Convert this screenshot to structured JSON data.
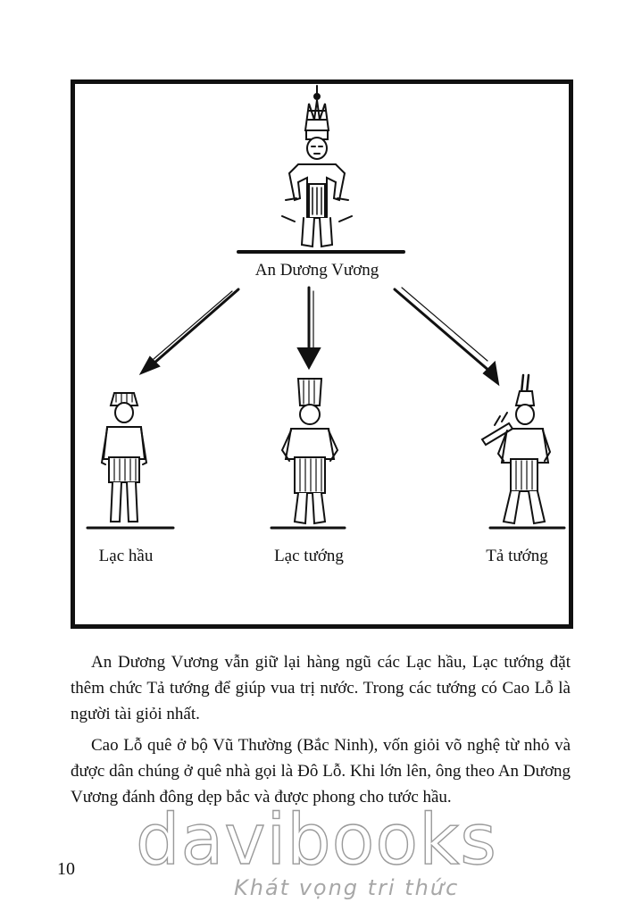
{
  "figure": {
    "king_label": "An Dương Vương",
    "ranks": [
      {
        "label": "Lạc hầu"
      },
      {
        "label": "Lạc tướng"
      },
      {
        "label": "Tả tướng"
      }
    ]
  },
  "body_text": {
    "paragraphs": [
      "An Dương Vương vẫn giữ lại hàng ngũ các Lạc hầu, Lạc tướng đặt thêm chức Tả tướng để giúp vua trị nước. Trong các tướng có Cao Lỗ là người tài giỏi nhất.",
      "Cao Lỗ quê ở bộ Vũ Thường (Bắc Ninh), vốn giỏi võ nghệ từ nhỏ và được dân chúng ở quê nhà gọi là Đô Lỗ. Khi lớn lên, ông theo An Dương Vương đánh đông dẹp bắc và được phong cho tước hầu."
    ]
  },
  "page_number": "10",
  "watermark": {
    "brand": "davibooks",
    "tagline": "Khát vọng tri thức"
  }
}
